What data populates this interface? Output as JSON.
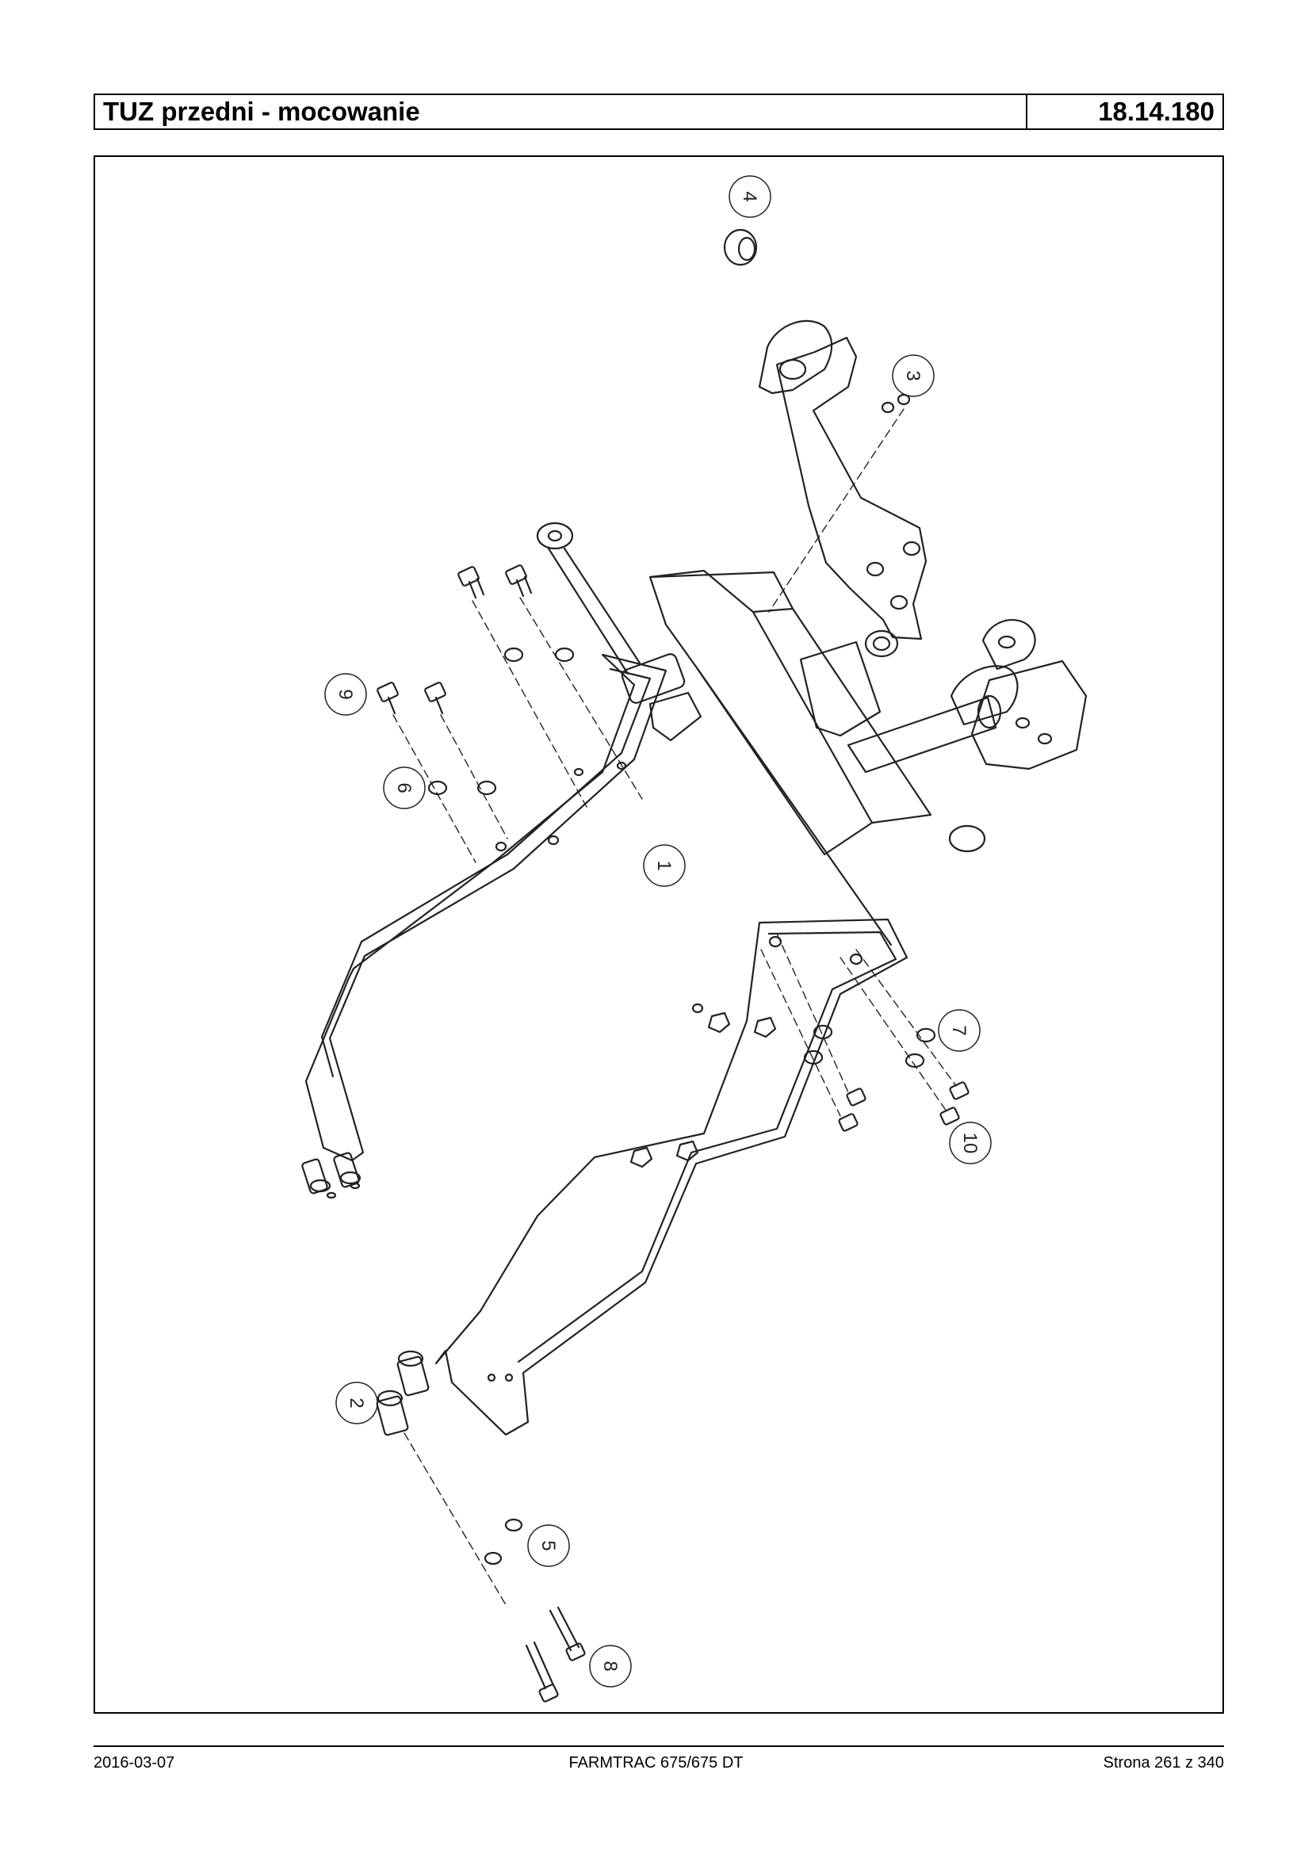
{
  "header": {
    "title": "TUZ przedni - mocowanie",
    "code": "18.14.180"
  },
  "drawing": {
    "callouts": [
      "1",
      "2",
      "3",
      "4",
      "5",
      "6",
      "7",
      "8",
      "9",
      "10"
    ]
  },
  "footer": {
    "date": "2016-03-07",
    "model": "FARMTRAC 675/675 DT",
    "page": "Strona 261 z 340"
  }
}
